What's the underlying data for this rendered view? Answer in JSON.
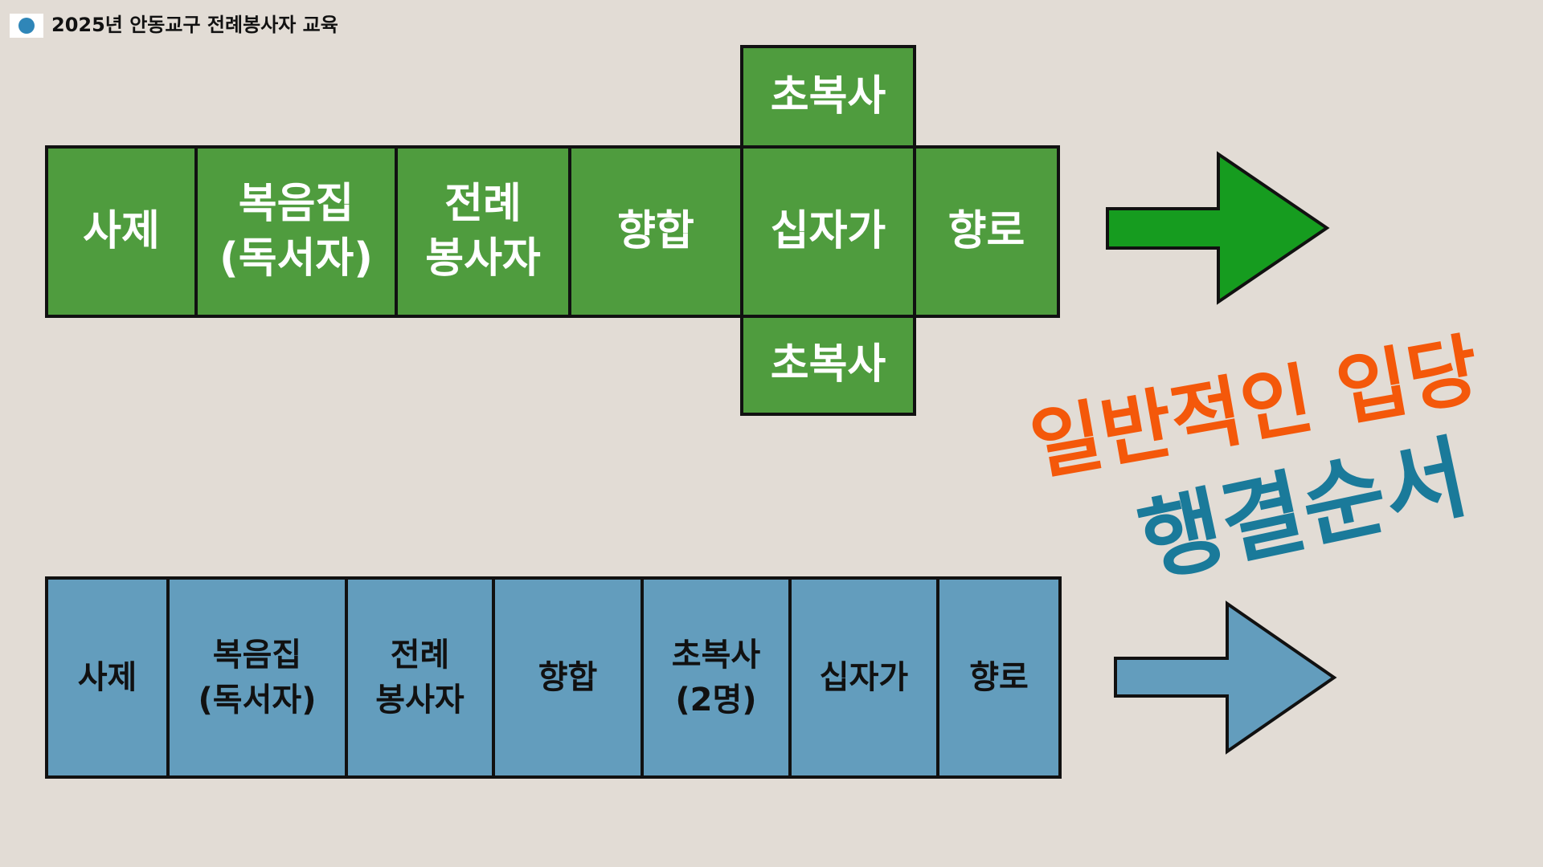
{
  "header": {
    "title": "2025년 안동교구 전례봉사자 교육"
  },
  "diagram1": {
    "color": "#4f9c3e",
    "row": [
      "사제",
      "복음집\n(독서자)",
      "전례\n봉사자",
      "향합",
      "십자가",
      "향로"
    ],
    "top": "초복사",
    "bottom": "초복사"
  },
  "slogan": {
    "line1": "일반적인 입당",
    "line2": "행결순서"
  },
  "diagram2": {
    "color": "#639dbd",
    "row": [
      "사제",
      "복음집\n(독서자)",
      "전례\n봉사자",
      "향합",
      "초복사\n(2명)",
      "십자가",
      "향로"
    ]
  }
}
